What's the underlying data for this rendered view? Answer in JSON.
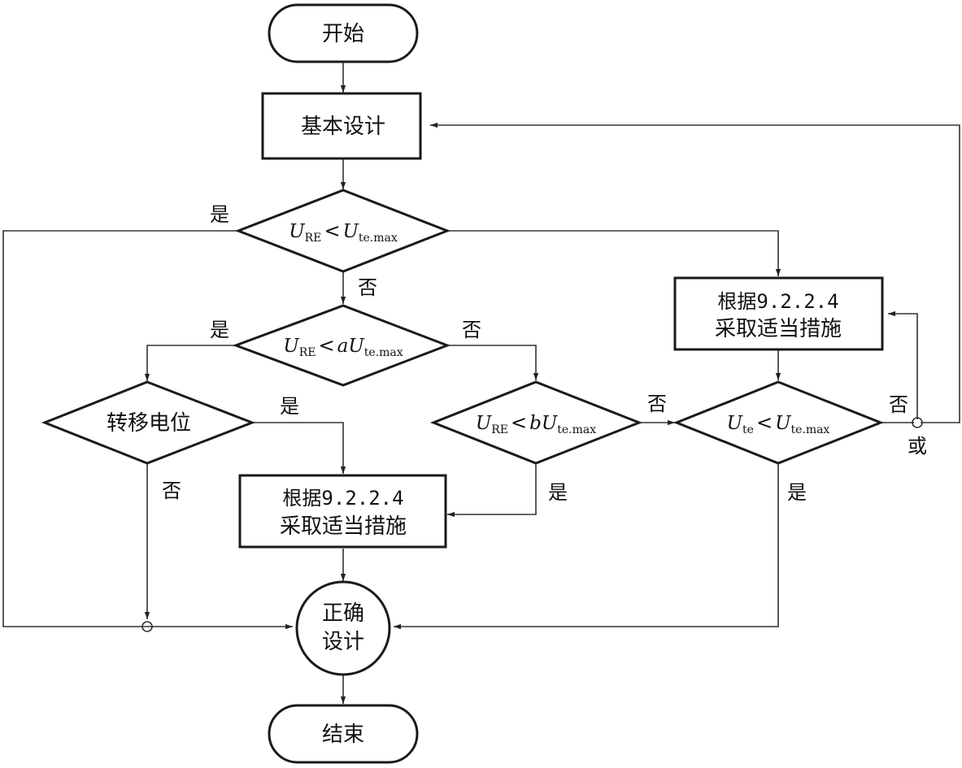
{
  "nodes": {
    "start": "开始",
    "basic_design": "基本设计",
    "cond1": {
      "var1": "U",
      "sub1": "RE",
      "op": "<",
      "var2": "U",
      "sub2": "te.max"
    },
    "measure_right": {
      "line1": "根据9.2.2.4",
      "line2": "采取适当措施"
    },
    "cond2": {
      "var1": "U",
      "sub1": "RE",
      "op": "<",
      "coef": "a",
      "var2": "U",
      "sub2": "te.max"
    },
    "transfer": "转移电位",
    "cond3": {
      "var1": "U",
      "sub1": "RE",
      "op": "<",
      "coef": "b",
      "var2": "U",
      "sub2": "te.max"
    },
    "cond4": {
      "var1": "U",
      "sub1": "te",
      "op": "<",
      "var2": "U",
      "sub2": "te.max"
    },
    "measure_mid": {
      "line1": "根据9.2.2.4",
      "line2": "采取适当措施"
    },
    "correct": {
      "line1": "正确",
      "line2": "设计"
    },
    "end": "结束"
  },
  "labels": {
    "yes_cond1": "是",
    "no_cond1": "否",
    "yes_cond2": "是",
    "no_cond2": "否",
    "yes_transfer": "是",
    "no_transfer": "否",
    "no_cond3": "否",
    "yes_cond3": "是",
    "no_cond4": "否",
    "or_cond4": "或",
    "yes_cond4": "是"
  },
  "colors": {
    "stroke": "#1a1a1a",
    "line": "#333333",
    "background": "#ffffff"
  }
}
